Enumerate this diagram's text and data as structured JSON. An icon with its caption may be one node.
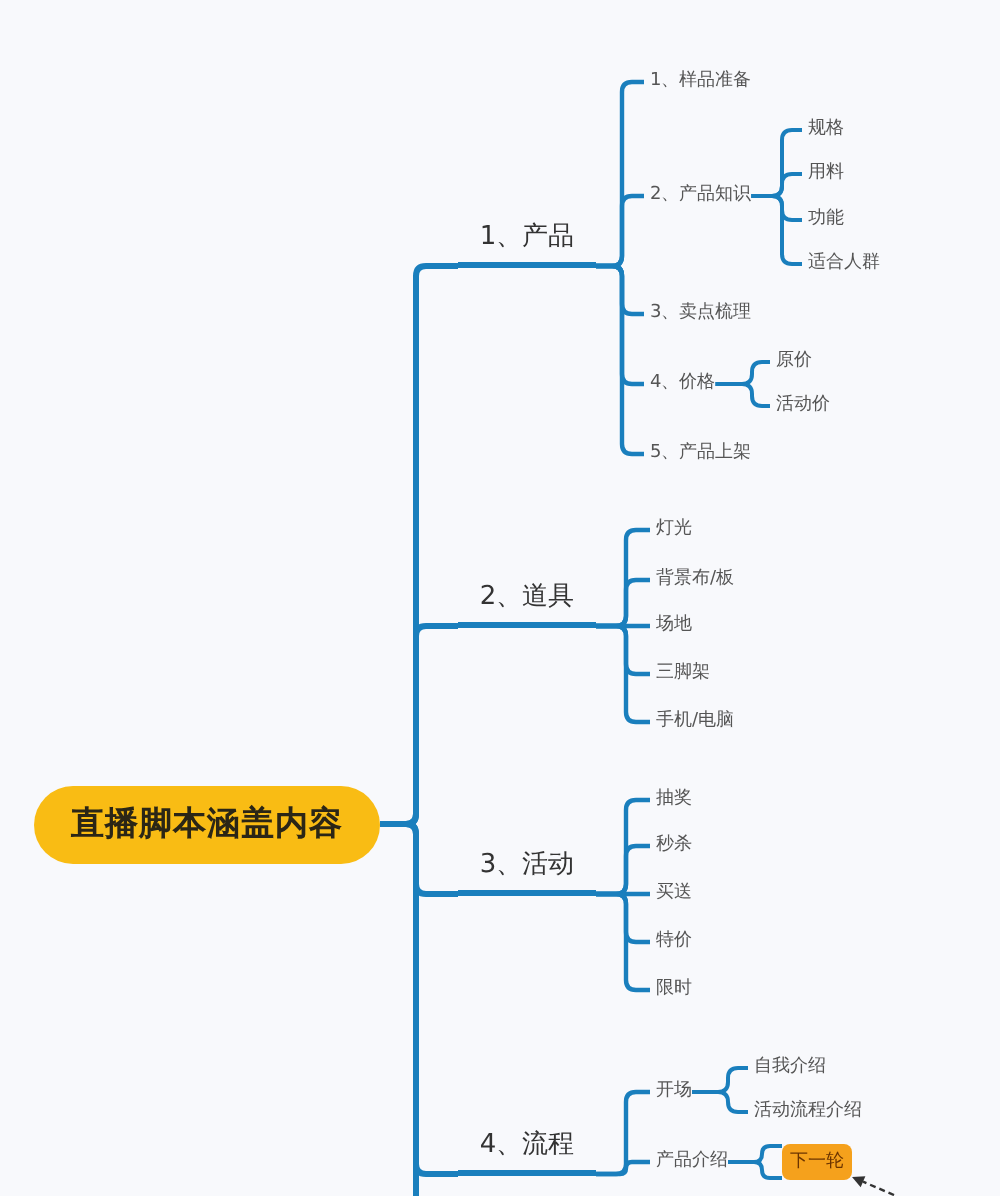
{
  "diagram": {
    "nodes": [
      {
        "text": [
          "直播脚本涵盖内容"
        ]
      },
      {
        "text": [
          "1、产品"
        ]
      },
      {
        "text": [
          "1、样品准备"
        ]
      },
      {
        "text": [
          "2、产品知识"
        ]
      },
      {
        "text": [
          "规格"
        ]
      },
      {
        "text": [
          "用料"
        ]
      },
      {
        "text": [
          "功能"
        ]
      },
      {
        "text": [
          "适合人群"
        ]
      },
      {
        "text": [
          "3、卖点梳理"
        ]
      },
      {
        "text": [
          "4、价格"
        ]
      },
      {
        "text": [
          "原价"
        ]
      },
      {
        "text": [
          "活动价"
        ]
      },
      {
        "text": [
          "5、产品上架"
        ]
      },
      {
        "text": [
          "2、道具"
        ]
      },
      {
        "text": [
          "灯光"
        ]
      },
      {
        "text": [
          "背景布/板"
        ]
      },
      {
        "text": [
          "场地"
        ]
      },
      {
        "text": [
          "三脚架"
        ]
      },
      {
        "text": [
          "手机/电脑"
        ]
      },
      {
        "text": [
          "3、活动"
        ]
      },
      {
        "text": [
          "抽奖"
        ]
      },
      {
        "text": [
          "秒杀"
        ]
      },
      {
        "text": [
          "买送"
        ]
      },
      {
        "text": [
          "特价"
        ]
      },
      {
        "text": [
          "限时"
        ]
      },
      {
        "text": [
          "4、流程"
        ]
      },
      {
        "text": [
          "开场"
        ]
      },
      {
        "text": [
          "自我介绍"
        ]
      },
      {
        "text": [
          "活动流程介绍"
        ]
      },
      {
        "text": [
          "产品介绍"
        ]
      },
      {
        "text": [
          "下一轮"
        ]
      }
    ],
    "edges": [
      {
        "from": 0,
        "to": 1,
        "arrow": "none"
      },
      {
        "from": 0,
        "to": 13,
        "arrow": "none"
      },
      {
        "from": 0,
        "to": 19,
        "arrow": "none"
      },
      {
        "from": 0,
        "to": 25,
        "arrow": "none"
      },
      {
        "from": 1,
        "to": 2,
        "arrow": "none"
      },
      {
        "from": 1,
        "to": 3,
        "arrow": "none"
      },
      {
        "from": 1,
        "to": 8,
        "arrow": "none"
      },
      {
        "from": 1,
        "to": 9,
        "arrow": "none"
      },
      {
        "from": 1,
        "to": 12,
        "arrow": "none"
      },
      {
        "from": 3,
        "to": 4,
        "arrow": "none"
      },
      {
        "from": 3,
        "to": 5,
        "arrow": "none"
      },
      {
        "from": 3,
        "to": 6,
        "arrow": "none"
      },
      {
        "from": 3,
        "to": 7,
        "arrow": "none"
      },
      {
        "from": 9,
        "to": 10,
        "arrow": "none"
      },
      {
        "from": 9,
        "to": 11,
        "arrow": "none"
      },
      {
        "from": 13,
        "to": 14,
        "arrow": "none"
      },
      {
        "from": 13,
        "to": 15,
        "arrow": "none"
      },
      {
        "from": 13,
        "to": 16,
        "arrow": "none"
      },
      {
        "from": 13,
        "to": 17,
        "arrow": "none"
      },
      {
        "from": 13,
        "to": 18,
        "arrow": "none"
      },
      {
        "from": 19,
        "to": 20,
        "arrow": "none"
      },
      {
        "from": 19,
        "to": 21,
        "arrow": "none"
      },
      {
        "from": 19,
        "to": 22,
        "arrow": "none"
      },
      {
        "from": 19,
        "to": 23,
        "arrow": "none"
      },
      {
        "from": 19,
        "to": 24,
        "arrow": "none"
      },
      {
        "from": 25,
        "to": 26,
        "arrow": "none"
      },
      {
        "from": 25,
        "to": 29,
        "arrow": "none"
      },
      {
        "from": 26,
        "to": 27,
        "arrow": "none"
      },
      {
        "from": 26,
        "to": 28,
        "arrow": "none"
      },
      {
        "from": 29,
        "to": 30,
        "arrow": "none"
      },
      {
        "from": null,
        "to": 30,
        "arrow": "to",
        "style": "dashed",
        "color": "#333333"
      }
    ]
  }
}
